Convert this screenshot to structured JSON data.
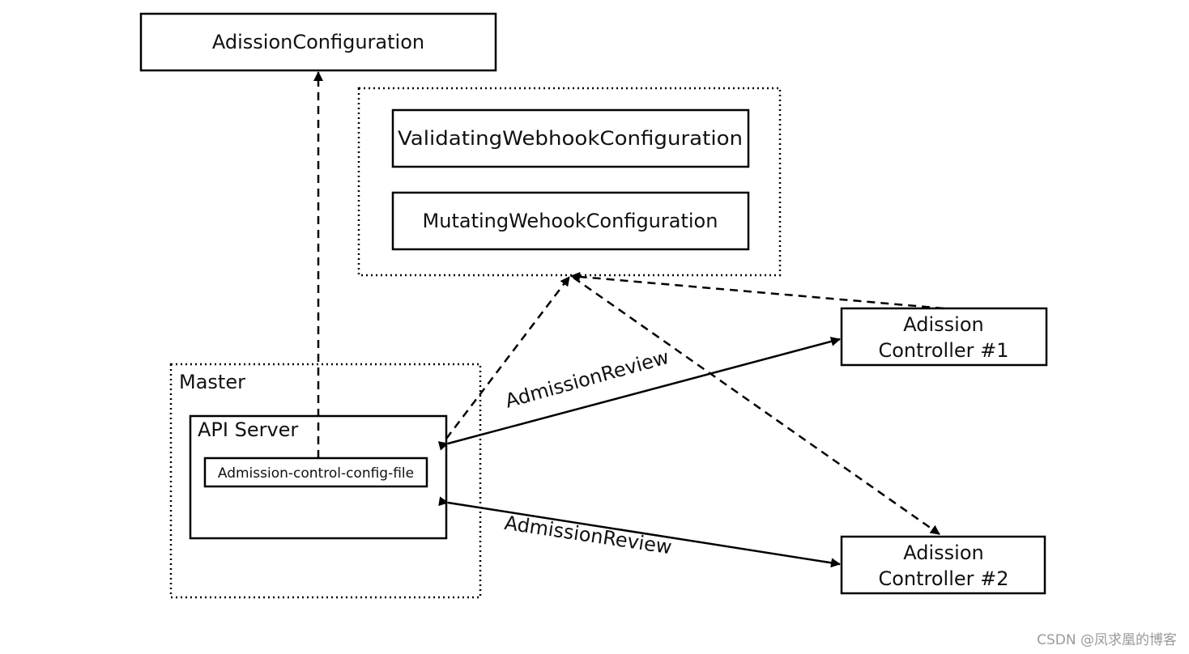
{
  "diagram": {
    "adission_configuration": "AdissionConfiguration",
    "validating_webhook": "ValidatingWebhookConfiguration",
    "mutating_webhook": "MutatingWehookConfiguration",
    "master": "Master",
    "api_server": "API Server",
    "config_file": "Admission-control-config-file",
    "controller1_line1": "Adission",
    "controller1_line2": "Controller #1",
    "controller2_line1": "Adission",
    "controller2_line2": "Controller #2",
    "review_top": "AdmissionReview",
    "review_bottom": "AdmissionReview"
  },
  "watermark": "CSDN @凤求凰的博客",
  "colors": {
    "stroke": "#000000",
    "text": "#111111",
    "watermark": "#9a9a9a"
  }
}
